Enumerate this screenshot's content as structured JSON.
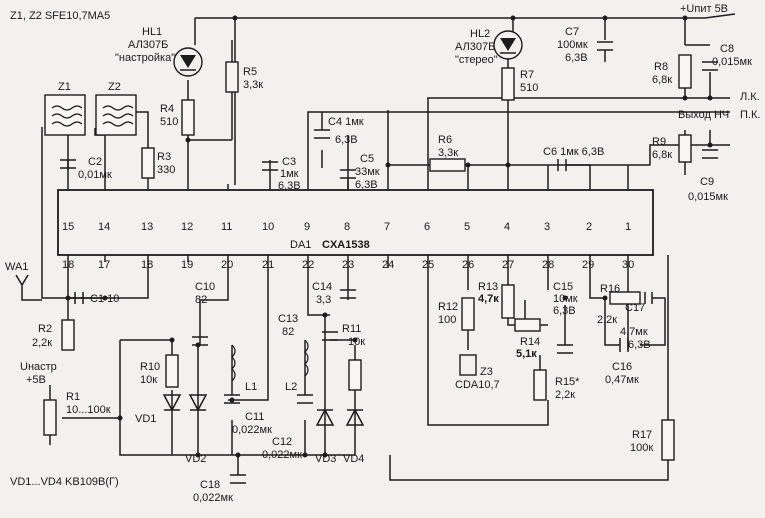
{
  "header": {
    "filters": "Z1, Z2   SFE10,7MA5",
    "power": "+Uпит 5В"
  },
  "outputs": {
    "left": "Л.К.",
    "right": "П.К.",
    "af": "Выход НЧ"
  },
  "ic": {
    "name": "DA1",
    "type": "CXA1538",
    "top_pins": [
      "15",
      "14",
      "13",
      "12",
      "11",
      "10",
      "9",
      "8",
      "7",
      "6",
      "5",
      "4",
      "3",
      "2",
      "1"
    ],
    "bottom_pins": [
      "18",
      "17",
      "18",
      "19",
      "20",
      "21",
      "22",
      "23",
      "24",
      "25",
      "26",
      "27",
      "28",
      "29",
      "30"
    ]
  },
  "leds": {
    "hl1": {
      "ref": "HL1",
      "type": "АЛ307Б",
      "note": "\"настройка\""
    },
    "hl2": {
      "ref": "HL2",
      "type": "АЛ307Б",
      "note": "\"стерео\""
    }
  },
  "components": {
    "z1": "Z1",
    "z2": "Z2",
    "r2": "R2",
    "r2v": "2,2к",
    "r3": "R3",
    "r3v": "330",
    "r4": "R4",
    "r4v": "510",
    "r5": "R5",
    "r5v": "3,3к",
    "r6": "R6",
    "r6v": "3,3к",
    "r7": "R7",
    "r7v": "510",
    "r8": "R8",
    "r8v": "6,8к",
    "r9": "R9",
    "r9v": "6,8к",
    "r10": "R10",
    "r10v": "10к",
    "r11": "R11",
    "r11v": "10к",
    "r12": "R12",
    "r12v": "100",
    "r13": "R13",
    "r13v": "4,7к",
    "r14": "R14",
    "r14v": "5,1к",
    "r15": "R15*",
    "r15v": "2,2к",
    "r16": "R16",
    "r16v": "2,2к",
    "r17": "R17",
    "r17v": "100к",
    "r1": "R1",
    "r1v": "10...100к",
    "c1": "C1  10",
    "c2": "C2",
    "c2v": "0,01мк",
    "c3": "C3",
    "c3v1": "1мк",
    "c3v2": "6,3В",
    "c4": "C4  1мк",
    "c4v": "6,3В",
    "c5": "C5",
    "c5v1": "33мк",
    "c5v2": "6,3В",
    "c6": "C6  1мк 6,3В",
    "c7": "C7",
    "c7v1": "100мк",
    "c7v2": "6,3В",
    "c8": "C8",
    "c8v": "0,015мк",
    "c9": "C9",
    "c9v": "0,015мк",
    "c10": "C10",
    "c10v": "82",
    "c11": "C11",
    "c11v": "0,022мк",
    "c12": "C12",
    "c12v": "0,022мк",
    "c13": "C13",
    "c13v": "82",
    "c14": "C14",
    "c14v": "3,3",
    "c15": "C15",
    "c15v1": "10мк",
    "c15v2": "6,3В",
    "c16": "C16",
    "c16v": "0,47мк",
    "c17": "C17",
    "c17v1": "4,7мк",
    "c17v2": "6,3В",
    "c18": "C18",
    "c18v": "0,022мк",
    "l1": "L1",
    "l2": "L2",
    "z3": "Z3",
    "z3v": "CDA10,7",
    "vd1": "VD1",
    "vd2": "VD2",
    "vd3": "VD3",
    "vd4": "VD4",
    "wa1": "WA1",
    "unastr": "Uнастр",
    "plus5": "+5В"
  },
  "footer": {
    "varicaps": "VD1...VD4  KB109B(Г)"
  }
}
